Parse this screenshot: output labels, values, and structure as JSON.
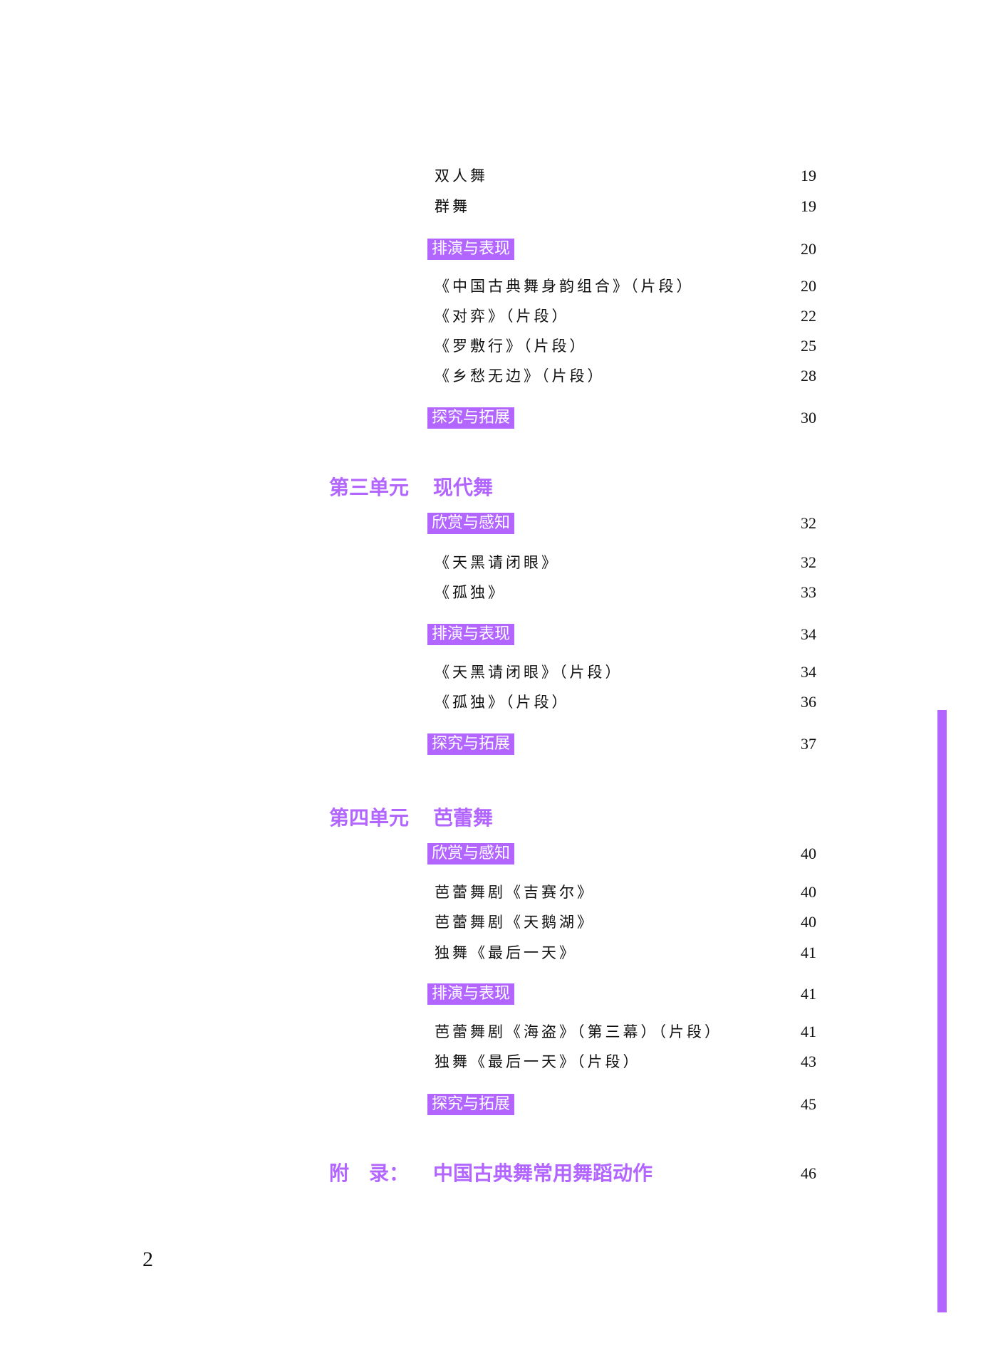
{
  "toc": {
    "accent_color": "#b266ff",
    "continued_entries": [
      {
        "title": "双人舞",
        "page": "19"
      },
      {
        "title": "群舞",
        "page": "19"
      }
    ],
    "unit2_rehearse": {
      "label": "排演与表现",
      "page": "20"
    },
    "unit2_rehearse_items": [
      {
        "title": "《中国古典舞身韵组合》（片段）",
        "page": "20"
      },
      {
        "title": "《对弈》（片段）",
        "page": "22"
      },
      {
        "title": "《罗敷行》（片段）",
        "page": "25"
      },
      {
        "title": "《乡愁无边》（片段）",
        "page": "28"
      }
    ],
    "unit2_explore": {
      "label": "探究与拓展",
      "page": "30"
    },
    "unit3": {
      "number": "第三单元",
      "title": "现代舞",
      "appreciate": {
        "label": "欣赏与感知",
        "page": "32"
      },
      "appreciate_items": [
        {
          "title": "《天黑请闭眼》",
          "page": "32"
        },
        {
          "title": "《孤独》",
          "page": "33"
        }
      ],
      "rehearse": {
        "label": "排演与表现",
        "page": "34"
      },
      "rehearse_items": [
        {
          "title": "《天黑请闭眼》（片段）",
          "page": "34"
        },
        {
          "title": "《孤独》（片段）",
          "page": "36"
        }
      ],
      "explore": {
        "label": "探究与拓展",
        "page": "37"
      }
    },
    "unit4": {
      "number": "第四单元",
      "title": "芭蕾舞",
      "appreciate": {
        "label": "欣赏与感知",
        "page": "40"
      },
      "appreciate_items": [
        {
          "title": "芭蕾舞剧《吉赛尔》",
          "page": "40"
        },
        {
          "title": "芭蕾舞剧《天鹅湖》",
          "page": "40"
        },
        {
          "title": "独舞《最后一天》",
          "page": "41"
        }
      ],
      "rehearse": {
        "label": "排演与表现",
        "page": "41"
      },
      "rehearse_items": [
        {
          "title": "芭蕾舞剧《海盗》（第三幕）（片段）",
          "page": "41"
        },
        {
          "title": "独舞《最后一天》（片段）",
          "page": "43"
        }
      ],
      "explore": {
        "label": "探究与拓展",
        "page": "45"
      }
    },
    "appendix": {
      "label": "附　录：",
      "title": "中国古典舞常用舞蹈动作",
      "page": "46"
    }
  },
  "footer": {
    "page_number": "2"
  }
}
